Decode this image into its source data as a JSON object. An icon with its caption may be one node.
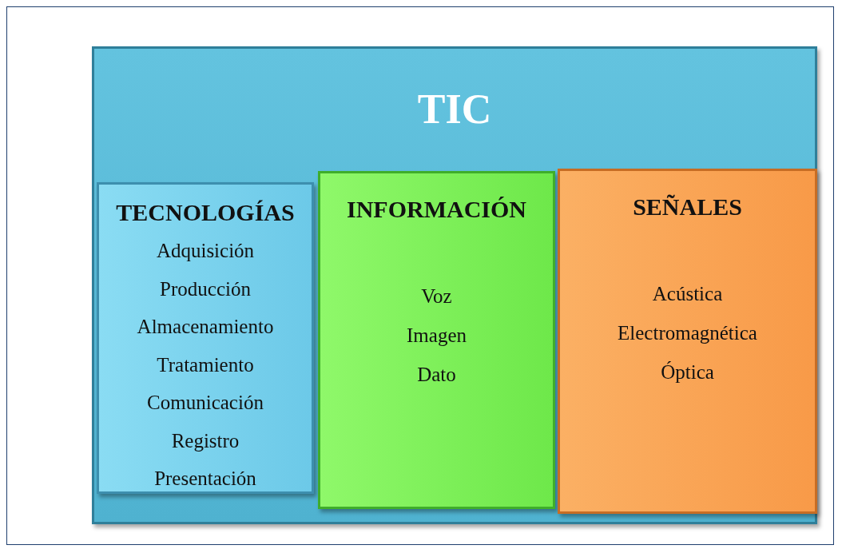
{
  "diagram": {
    "nodes": [
      {
        "text": [
          "TIC"
        ]
      },
      {
        "text": [
          "TECNOLOGÍAS",
          "Adquisición",
          "Producción",
          "Almacenamiento",
          "Tratamiento",
          "Comunicación",
          "Registro",
          "Presentación"
        ],
        "in": 0
      },
      {
        "text": [
          "INFORMACIÓN",
          "Voz",
          "Imagen",
          "Dato"
        ],
        "in": 0
      },
      {
        "text": [
          "SEÑALES",
          "Acústica",
          "Electromagnética",
          "Óptica"
        ],
        "in": 0
      }
    ]
  }
}
